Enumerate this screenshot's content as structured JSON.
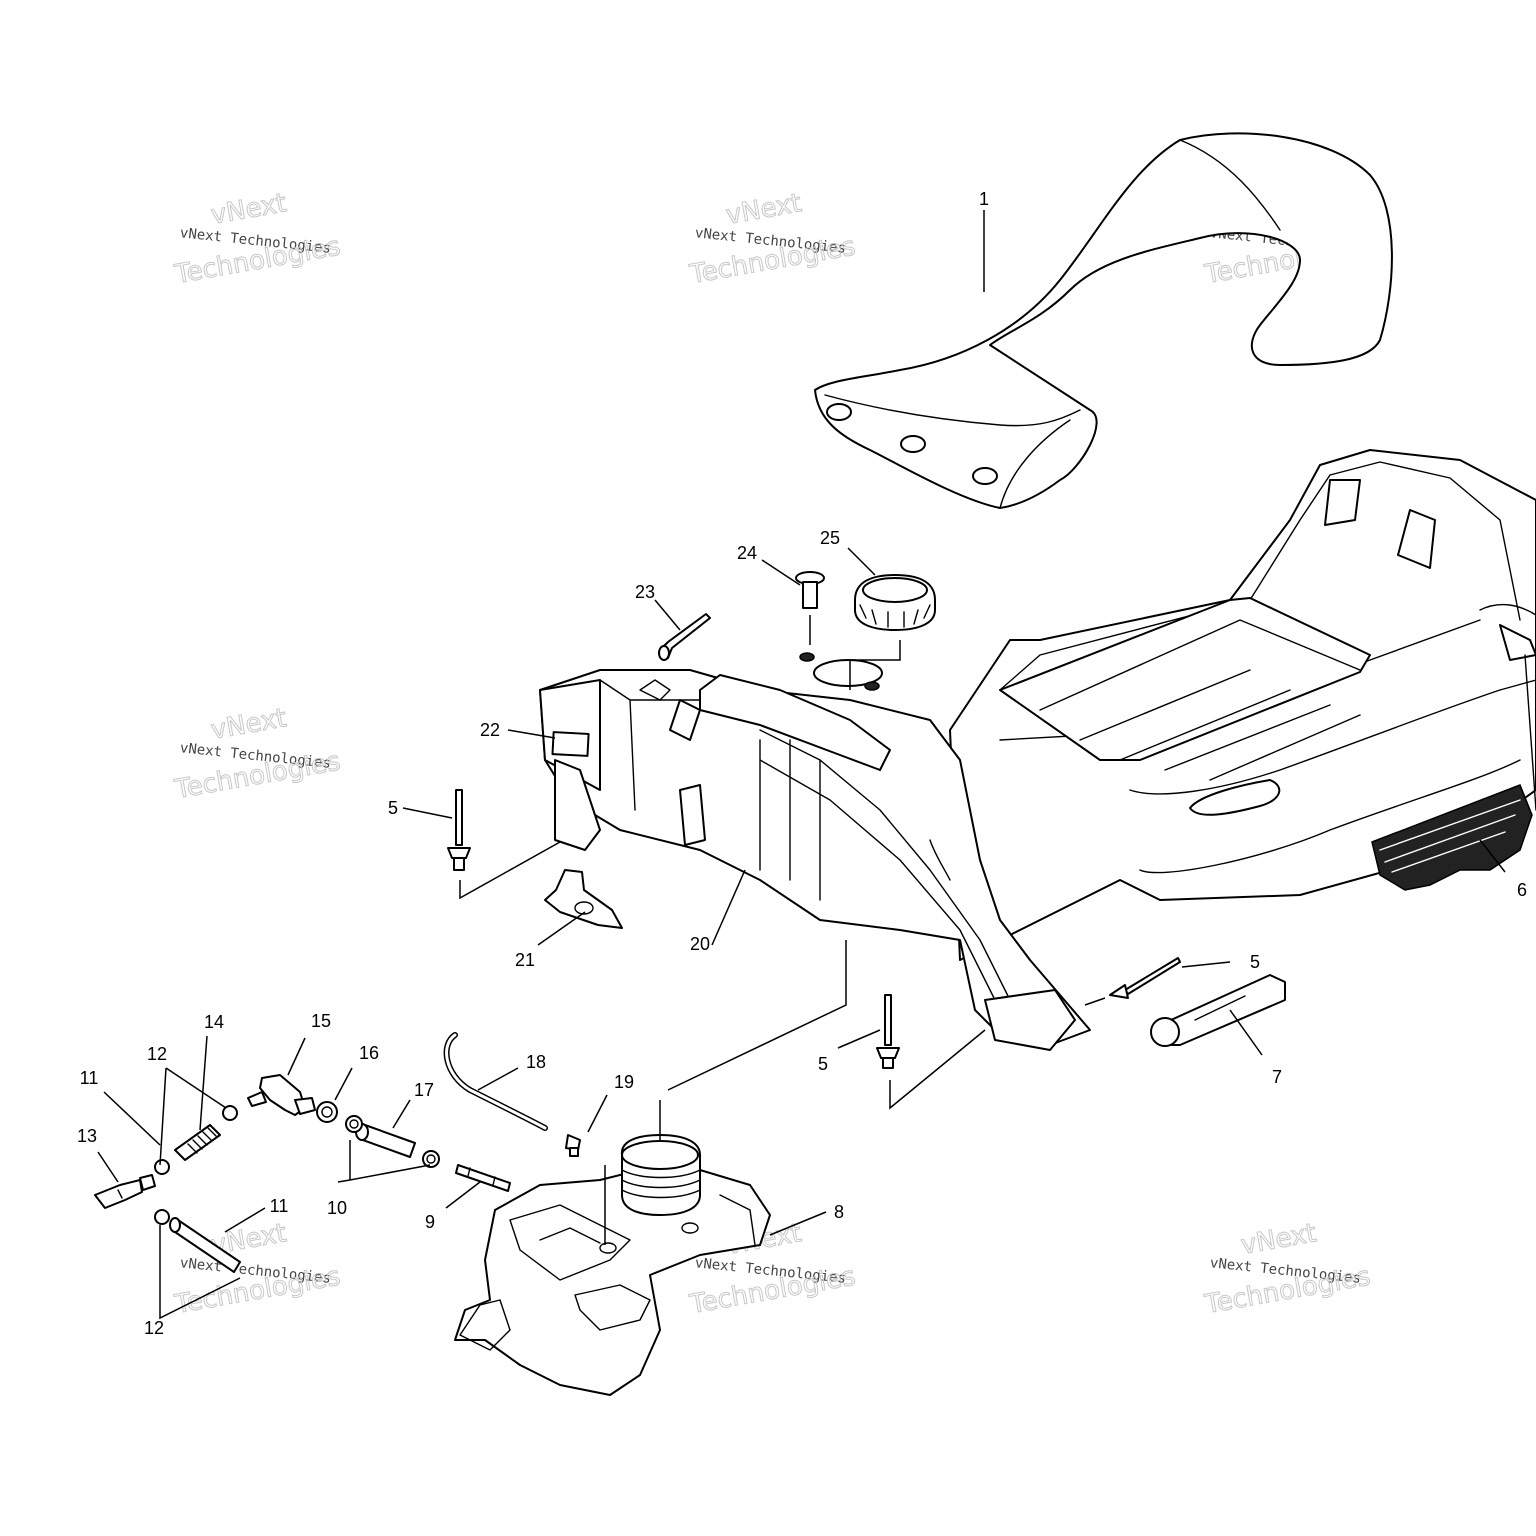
{
  "watermark": {
    "line1": "vNext",
    "line2": "vNext Technologies",
    "line3": "Technologies"
  },
  "callouts": {
    "c1": "1",
    "c5a": "5",
    "c5b": "5",
    "c5c": "5",
    "c6": "6",
    "c7": "7",
    "c8": "8",
    "c9": "9",
    "c10": "10",
    "c11a": "11",
    "c11b": "11",
    "c12a": "12",
    "c12b": "12",
    "c13": "13",
    "c14": "14",
    "c15": "15",
    "c16": "16",
    "c17": "17",
    "c18": "18",
    "c19": "19",
    "c20": "20",
    "c21": "21",
    "c22": "22",
    "c23": "23",
    "c24": "24",
    "c25": "25"
  }
}
